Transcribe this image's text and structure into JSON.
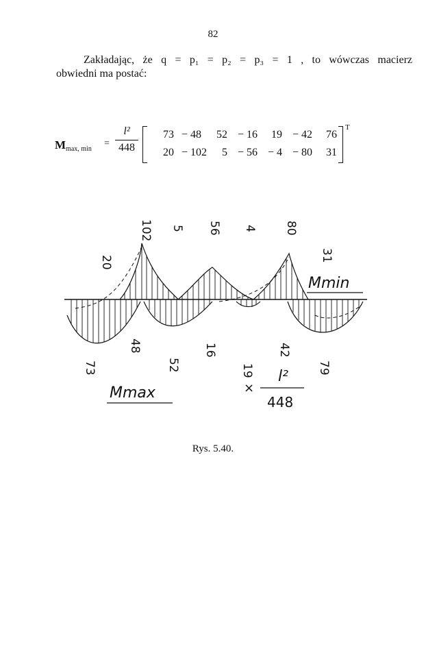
{
  "page_number": "82",
  "intro": {
    "line1": "Zakładając, że q = p₁ = p₂ = p₃ = 1 , to wówczas macierz",
    "line2": "obwiedni ma postać:"
  },
  "matrix": {
    "symbol": "M",
    "subscript": "max, min",
    "equals": "=",
    "factor_numerator": "l²",
    "factor_denominator": "448",
    "transpose": "T",
    "row1": [
      "73",
      "− 48",
      "52",
      "− 16",
      "19",
      "− 42",
      "76"
    ],
    "row2": [
      "20",
      "− 102",
      "5",
      "− 56",
      "− 4",
      "− 80",
      "31"
    ]
  },
  "figure": {
    "min_values": [
      "20",
      "102",
      "5",
      "56",
      "4",
      "80",
      "31"
    ],
    "max_values": [
      "73",
      "48",
      "52",
      "16",
      "19",
      "42",
      "79"
    ],
    "label_min": "Mmin",
    "label_max": "Mmax",
    "factor_times": "×",
    "factor_numerator": "l²",
    "factor_denominator": "448"
  },
  "caption": "Rys. 5.40."
}
